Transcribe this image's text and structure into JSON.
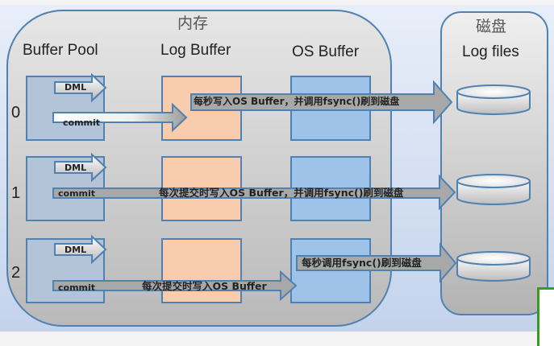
{
  "memory": {
    "title": "内存",
    "columns": [
      "Buffer Pool",
      "Log Buffer",
      "OS Buffer"
    ]
  },
  "disk": {
    "title": "磁盘",
    "column": "Log files"
  },
  "rows": [
    {
      "index": "0",
      "dml_label": "DML",
      "commit_label": "commit",
      "flush_label": "每秒写入OS Buffer，并调用fsync()刷到磁盘"
    },
    {
      "index": "1",
      "dml_label": "DML",
      "commit_label": "commit",
      "flush_label": "每次提交时写入OS Buffer，并调用fsync()刷到磁盘"
    },
    {
      "index": "2",
      "dml_label": "DML",
      "commit_label": "commit",
      "write_label": "每次提交时写入OS Buffer",
      "flush_label": "每秒调用fsync()刷到磁盘"
    }
  ],
  "colors": {
    "border": "#4f81b1",
    "buffer_pool": "#b3c3d8",
    "log_buffer": "#f8ccac",
    "os_buffer": "#9fc3e8",
    "arrow_gray": "#a8a8a8"
  }
}
